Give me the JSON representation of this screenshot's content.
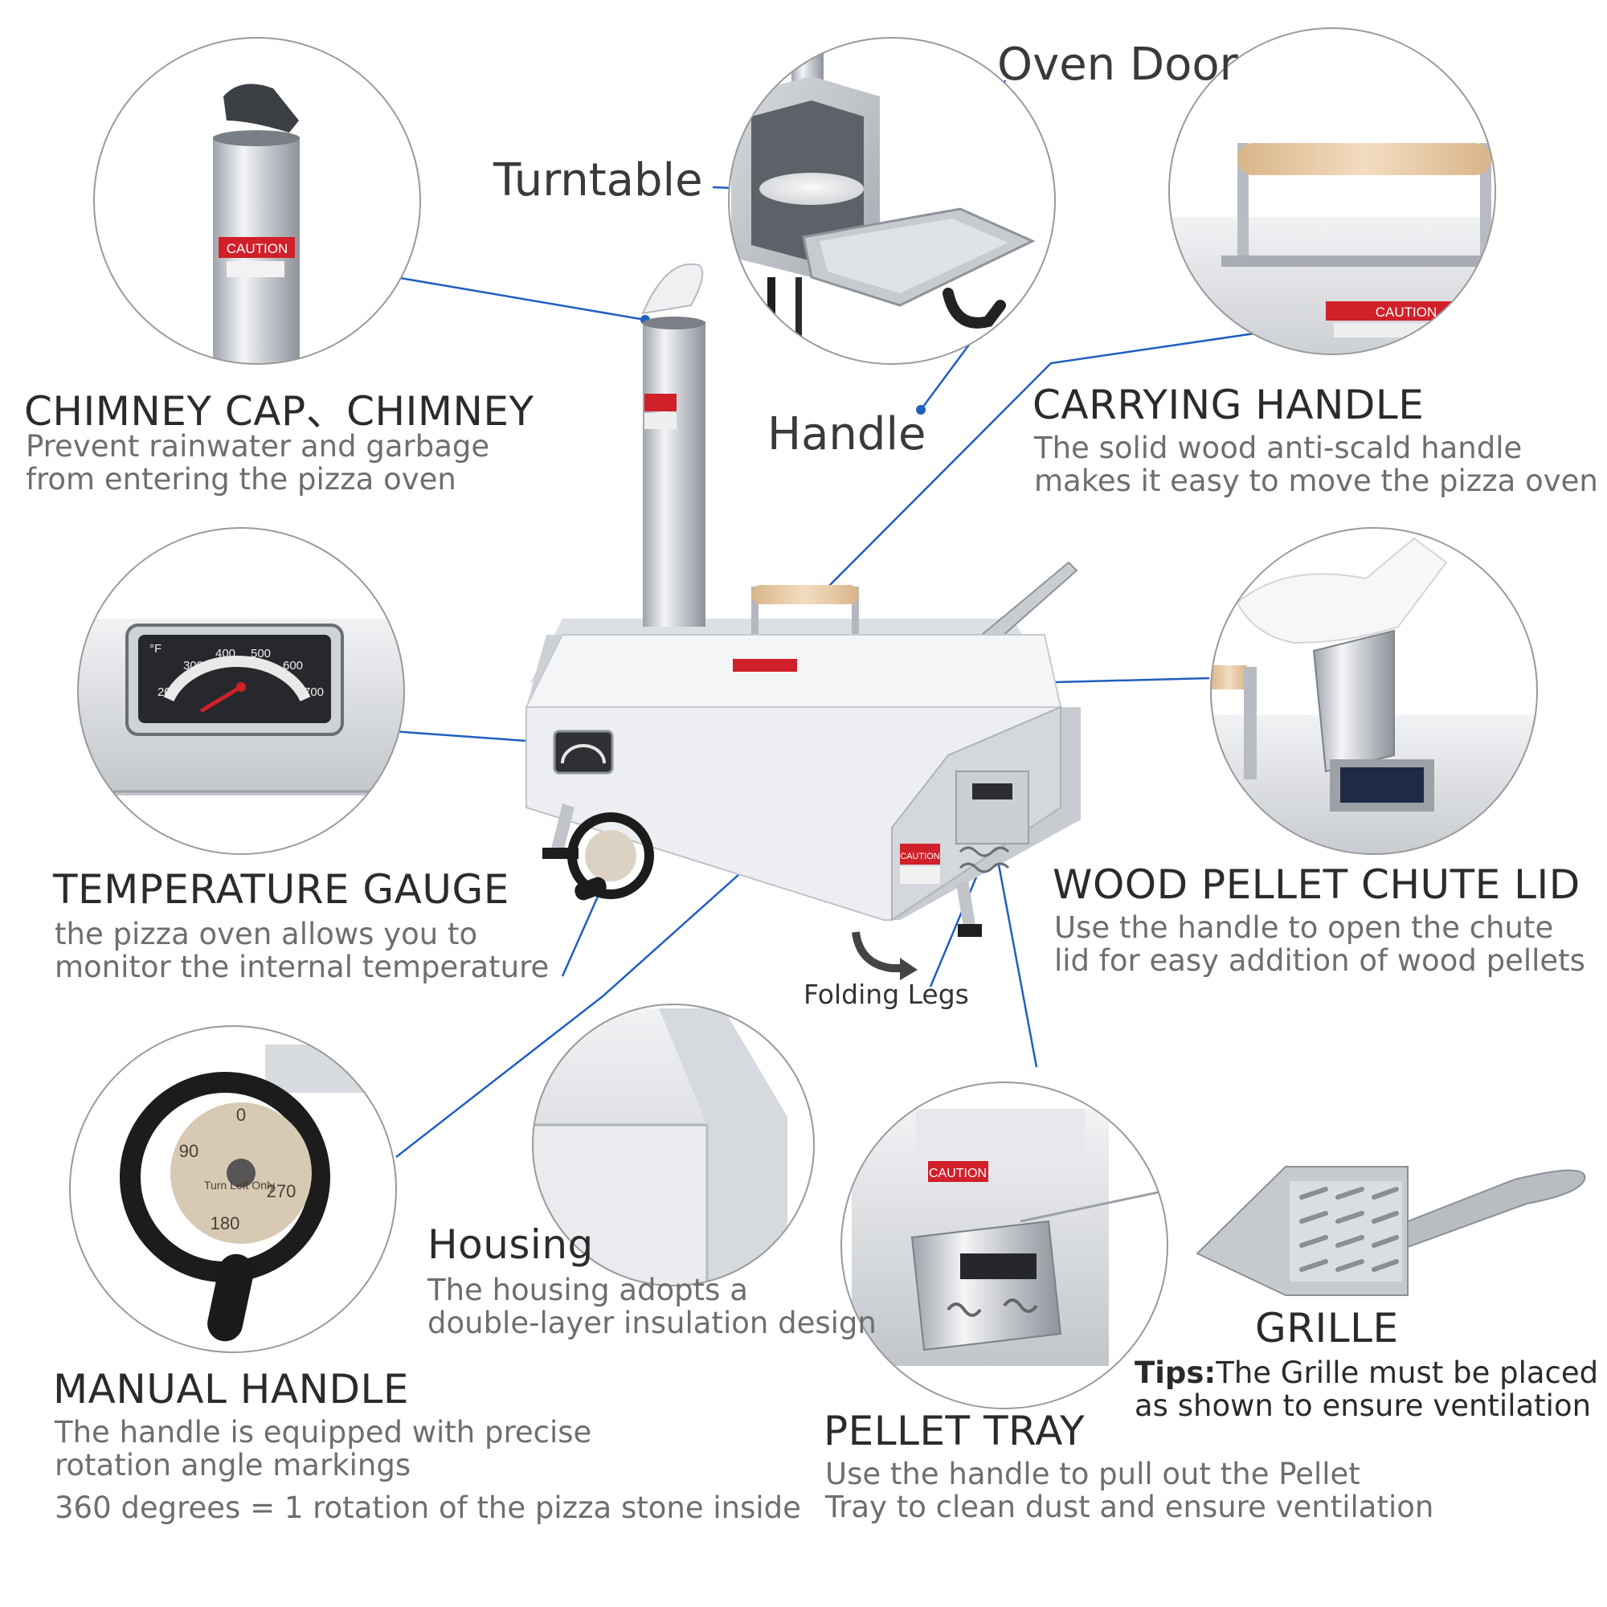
{
  "callouts": {
    "oven_door": "Oven Door",
    "turntable": "Turntable",
    "handle": "Handle",
    "folding_legs": "Folding Legs"
  },
  "chimney": {
    "title": "CHIMNEY CAP、CHIMNEY",
    "desc_line1": "Prevent rainwater and garbage",
    "desc_line2": "from entering the pizza oven",
    "caution": "CAUTION"
  },
  "carrying_handle": {
    "title": "CARRYING HANDLE",
    "desc_line1": "The solid wood anti-scald handle",
    "desc_line2": "makes it easy to move the pizza oven",
    "caution": "CAUTION"
  },
  "temperature_gauge": {
    "title": "TEMPERATURE GAUGE",
    "desc_line1": "the pizza oven allows you to",
    "desc_line2": "monitor the internal temperature",
    "dial_unit": "°F",
    "dial_ticks": [
      "200",
      "300",
      "400",
      "500",
      "600",
      "700"
    ]
  },
  "wood_pellet_chute_lid": {
    "title": "WOOD PELLET CHUTE LID",
    "desc_line1": "Use the handle to open the chute",
    "desc_line2": "lid for easy addition of wood pellets"
  },
  "housing": {
    "title": "Housing",
    "desc_line1": "The housing adopts a",
    "desc_line2": "double-layer insulation design"
  },
  "manual_handle": {
    "title": "MANUAL HANDLE",
    "desc_line1": "The handle is equipped with precise",
    "desc_line2": "rotation angle markings",
    "desc_line3": "360 degrees = 1 rotation of the pizza stone inside",
    "dial_marks": [
      "0",
      "90",
      "180",
      "270"
    ],
    "dial_text": "Turn Left Only"
  },
  "pellet_tray": {
    "title": "PELLET TRAY",
    "desc_line1": "Use the handle to pull out the Pellet",
    "desc_line2": "Tray to clean dust and ensure ventilation",
    "caution": "CAUTION"
  },
  "grille": {
    "title": "GRILLE",
    "tips_label": "Tips:",
    "tips_line1": "The Grille must be placed",
    "tips_line2": "as shown to ensure ventilation"
  },
  "oven_caution": "CAUTION",
  "colors": {
    "leader_line": "#1f5fbf",
    "circle_border": "#9a9a9a",
    "steel_light": "#e4e6e9",
    "steel_dark": "#a9adb3",
    "caution_red": "#d0202a",
    "wood": "#e8c9a0"
  }
}
